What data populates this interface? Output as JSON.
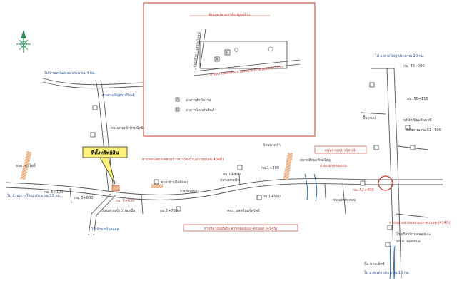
{
  "inset": {
    "title": "ผังแสดงอาคารสิ่งปลูกสร้าง",
    "road_label": "ทางหลวงแผ่นดิน สายคลองแงะ-ควนลด (4145)",
    "side_road": "ถนนสาธารณประโยชน์",
    "legend_office": "อาคารสำนักงาน",
    "legend_warehouse": "อาคารโรงเก็บสินค้า",
    "building_a": "A",
    "building_b": "B",
    "legend_a_symbol": "A",
    "legend_b_symbol": "B"
  },
  "labels": {
    "village_top": "ไป บ้านควนเพลง ประมาณ 4 กม.",
    "school": "ศาลาเฉลิมพระเกียรติ",
    "bridge_road": "ถนนสายเข้าบ้านบังซิง",
    "property": "ที่ตั้งทรัพย์สิน",
    "road_4040": "ทางหลวงชนบทสายบ้านนาวิต-บ้านอ่าวทุ่ง(สข.4040)",
    "tambon": "อบต. ท่าโพธิ์",
    "village_left": "ไป บ้านเกาะใหญ่ ประมาณ 13 กม.",
    "km_5100": "กม. 5+100",
    "km_5800": "กม. 5+800",
    "km_5030": "กม. 5+030",
    "market": "ศาลาทำเพื่อสังคม",
    "km_2700": "กม.2+700",
    "lower_road": "ถนนสายเข้าบ้านเหนือ",
    "village_bottom": "ไป บ้านหน้าตลอด",
    "main_road": "ทางหลวงแผ่นดิน สายคลองแงะ-ควนลด (4145)",
    "km_1800": "กม.1+800",
    "km_1300": "กม.1+300",
    "km_1500": "กม.1+500",
    "pipe": "ท่อระบายน้ำ",
    "shop": "ร้านขายของ",
    "clinic": "หจก. แสงจันทร์ทรัพย์",
    "bangpha": "บ้านนาคล้า",
    "kanchanawanit": "ถนนกาญจนวนิช (4)",
    "school_right": "สถานศึกษาห้วยใหญ่",
    "bangkok_road": "ถนนเพชรเกษม",
    "km_52400": "กม. 52+400",
    "dest_top": "ไป อ.หาดใหญ่ ประมาณ 20 กม.",
    "km_49000": "กม. 49+000",
    "km_50115": "กม. 50+115",
    "ptt": "ปั๊ม เชลล์",
    "sinthanee": "บริษัท นิยมสินธานี",
    "km_51500": "ทีฆัพรรณ กม.51+500",
    "industrial": "ทางหลวงสายคลองแงะ-ควนลด (4145)",
    "school_lower": "โรงเรียนบ้านคลองแงะ",
    "seven": "สภ.ต. คลองแงะ",
    "pump": "ปั๊ม คาลเท็กซ์",
    "dest_bottom": "ไป อ.สะเดา ประมาณ 15 กม.",
    "central_jct": "สามแยกคลองแงะ"
  },
  "icons": [
    "north-arrow-icon",
    "property-marker-icon",
    "junction-circle-icon"
  ],
  "colors": {
    "road": "#555555",
    "red_text": "#c0392b",
    "property_fill": "#fff27a",
    "hatch": "#e07b39",
    "water": "#2e75b6",
    "north": "#2e8b57"
  }
}
